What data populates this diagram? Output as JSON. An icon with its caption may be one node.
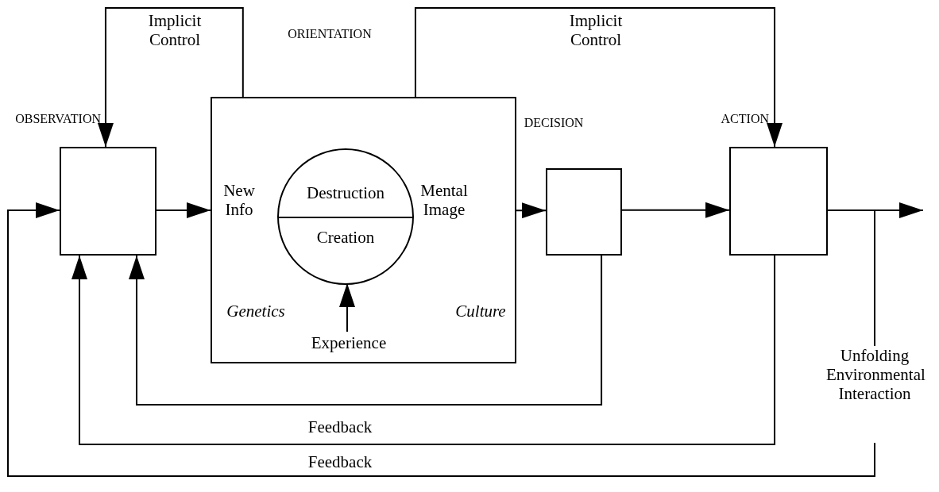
{
  "diagram": {
    "nodes": [
      {
        "text": [
          "OBSERVATION"
        ]
      },
      {
        "text": [
          "ORIENTATION",
          "New Info",
          "Mental Image",
          "Genetics",
          "Culture"
        ]
      },
      {
        "text": [
          "Destruction",
          "Creation"
        ],
        "in": 1
      },
      {
        "text": [
          "Experience"
        ],
        "in": 1
      },
      {
        "text": [
          "DECISION"
        ]
      },
      {
        "text": [
          "ACTION"
        ]
      },
      {
        "text": [
          "Unfolding Environmental Interaction"
        ]
      }
    ],
    "edges": [
      {
        "from": 0,
        "to": 1,
        "arrow": "to"
      },
      {
        "from": 1,
        "to": 4,
        "arrow": "to"
      },
      {
        "from": 4,
        "to": 5,
        "arrow": "to"
      },
      {
        "from": 5,
        "to": null,
        "arrow": "to"
      },
      {
        "from": 5,
        "to": 6,
        "arrow": "none"
      },
      {
        "from": 3,
        "to": 2,
        "arrow": "to"
      },
      {
        "from": 1,
        "to": 0,
        "arrow": "to",
        "label": "Implicit Control"
      },
      {
        "from": 1,
        "to": 5,
        "arrow": "to",
        "label": "Implicit Control"
      },
      {
        "from": 4,
        "to": 0,
        "arrow": "to"
      },
      {
        "from": 5,
        "to": 0,
        "arrow": "to",
        "label": "Feedback"
      },
      {
        "from": 6,
        "to": 0,
        "arrow": "to",
        "label": "Feedback"
      }
    ]
  }
}
